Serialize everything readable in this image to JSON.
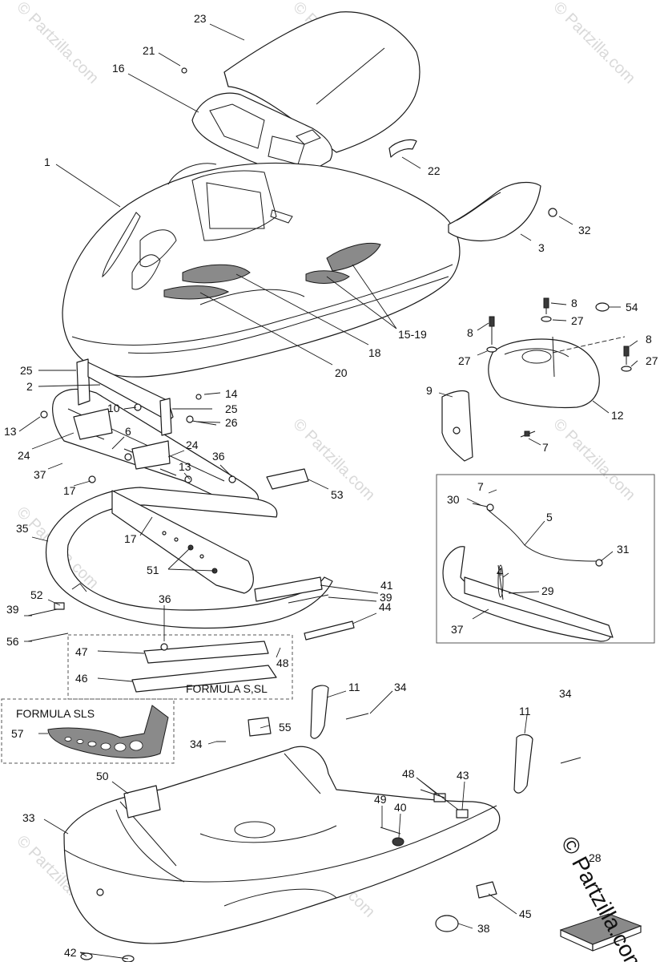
{
  "watermark": {
    "text": "© Partzilla.com"
  },
  "brand_stamp": {
    "text": "© Partzilla.com"
  },
  "group_labels": {
    "formula_s_sl": "FORMULA S,SL",
    "formula_sls": "FORMULA SLS"
  },
  "callouts": [
    "23",
    "21",
    "16",
    "1",
    "22",
    "3",
    "32",
    "15-19",
    "18",
    "20",
    "8",
    "54",
    "8",
    "27",
    "8",
    "27",
    "27",
    "25",
    "2",
    "14",
    "25",
    "26",
    "10",
    "13",
    "6",
    "24",
    "24",
    "37",
    "13",
    "17",
    "36",
    "53",
    "9",
    "12",
    "7",
    "17",
    "35",
    "51",
    "41",
    "39",
    "52",
    "39",
    "36",
    "44",
    "56",
    "48",
    "47",
    "46",
    "30",
    "7",
    "5",
    "31",
    "4",
    "29",
    "37",
    "11",
    "34",
    "34",
    "11",
    "57",
    "55",
    "34",
    "50",
    "48",
    "43",
    "49",
    "40",
    "33",
    "28",
    "45",
    "38",
    "42"
  ]
}
